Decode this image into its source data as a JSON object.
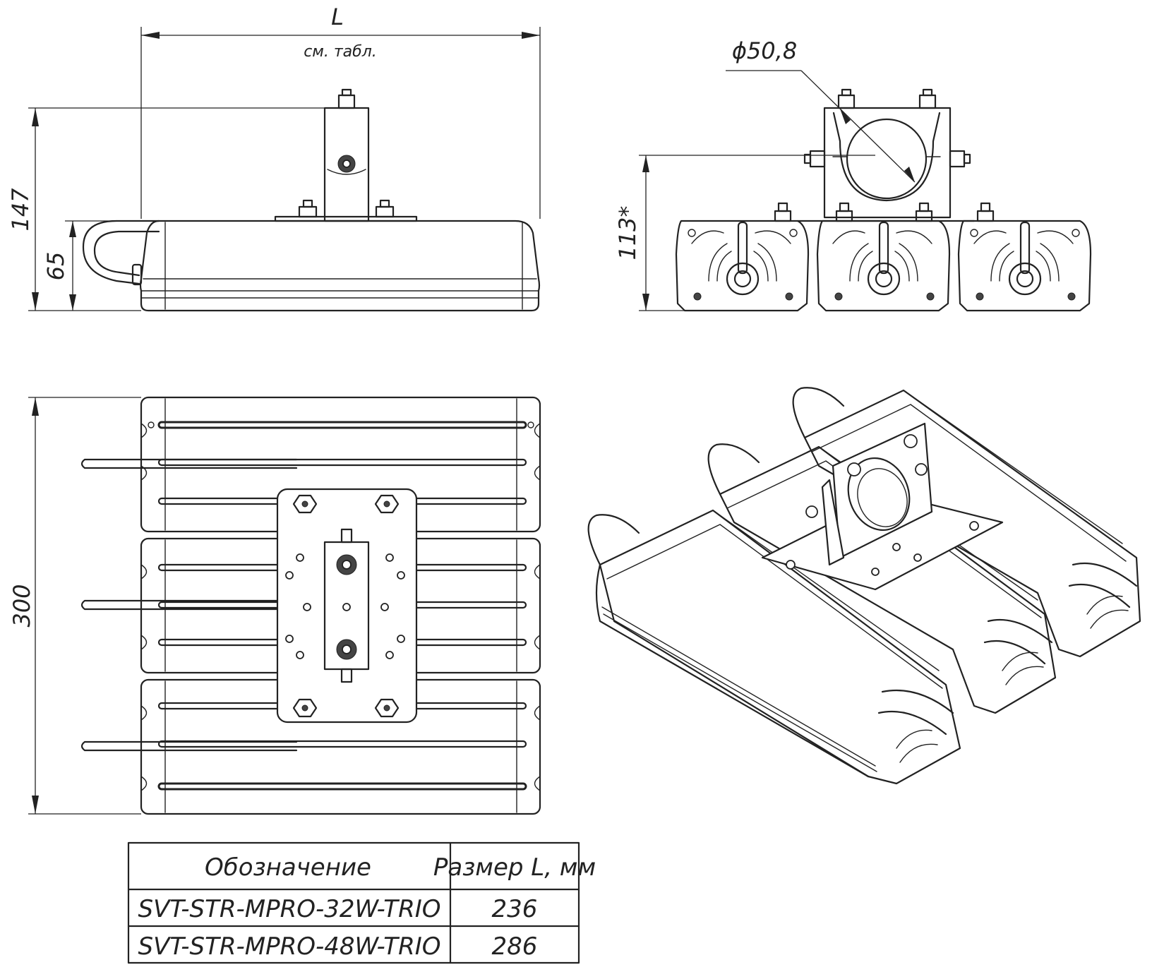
{
  "dimensions": {
    "length": "L",
    "length_note": "см. табл.",
    "height_total": "147",
    "height_body": "65",
    "pipe_diameter": "ϕ50,8",
    "height_side": "113*",
    "width": "300"
  },
  "table": {
    "headers": [
      "Обозначение",
      "Размер L, мм"
    ],
    "rows": [
      [
        "SVT-STR-MPRO-32W-TRIO",
        "236"
      ],
      [
        "SVT-STR-MPRO-48W-TRIO",
        "286"
      ]
    ]
  }
}
